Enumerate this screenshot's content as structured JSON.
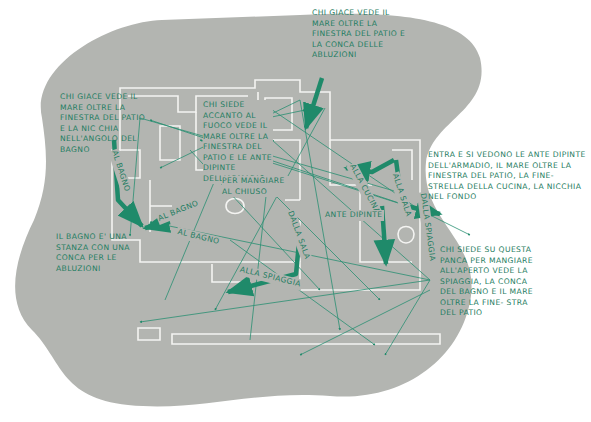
{
  "diagram": {
    "labels": [
      "CHI GIACE VEDE IL MARE OLTRE LA FINESTRA DEL PATIO E LA CONCA DELLE ABLUZIONI",
      "CHI GIACE VEDE IL MARE OLTRE LA FINESTRA DEL PATIO E LA NIC CHIA NELL'ANGOLO DEL BAGNO",
      "CHI SIEDE ACCANTO AL FUOCO VEDE IL MARE OLTRE LA FINESTRA DEL PATIO E LE ANTE DIPINTE DELL'ARMADIO",
      "ENTRA E SI VEDONO LE ANTE DIPINTE DELL'ARMADIO, IL MARE OLTRE LA FINESTRA DEL PATIO, LA FINE- STRELLA DELLA CUCINA, LA NICCHIA NEL FONDO",
      "CHI SIEDE SU QUESTA PANCA PER MANGIARE ALL'APERTO VEDE LA SPIAGGIA, LA CONCA DEL BAGNO E IL MARE OLTRE LA FINE- STRA DEL PATIO",
      "IL BAGNO E' UNA STANZA CON UNA CONCA PER LE ABLUZIONI",
      "AL BAGNO",
      "PER MANGIARE AL CHIUSO",
      "AL BAGNO",
      "AL BAGNO",
      "DALLA SALA",
      "ALLA SPIAGGIA",
      "ALLA CUCINA",
      "ANTE DIPINTE",
      "ALLA SALA",
      "DALLA SPIAGGIA"
    ]
  }
}
